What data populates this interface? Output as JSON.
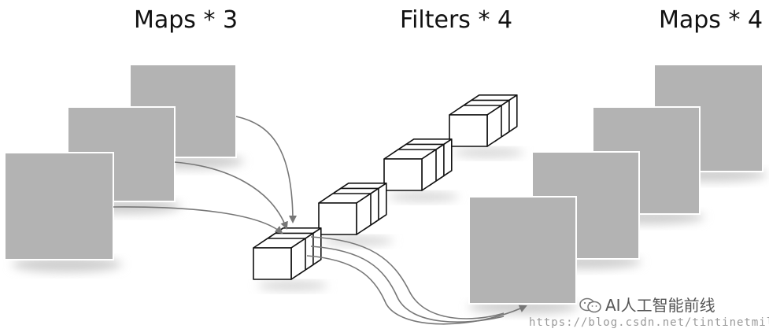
{
  "titles": {
    "input_maps": "Maps * 3",
    "filters": "Filters * 4",
    "output_maps": "Maps * 4"
  },
  "watermark": {
    "text": "AI人工智能前线",
    "icon": "wechat-icon"
  },
  "url": "https://blog.csdn.net/tintinetmilou",
  "colors": {
    "map_fill": "#b3b3b3",
    "map_border": "#ffffff",
    "cube_face": "#ffffff",
    "cube_stroke": "#111111",
    "arrow": "#777777"
  },
  "counts": {
    "input_maps": 3,
    "filters": 4,
    "output_maps": 4
  }
}
